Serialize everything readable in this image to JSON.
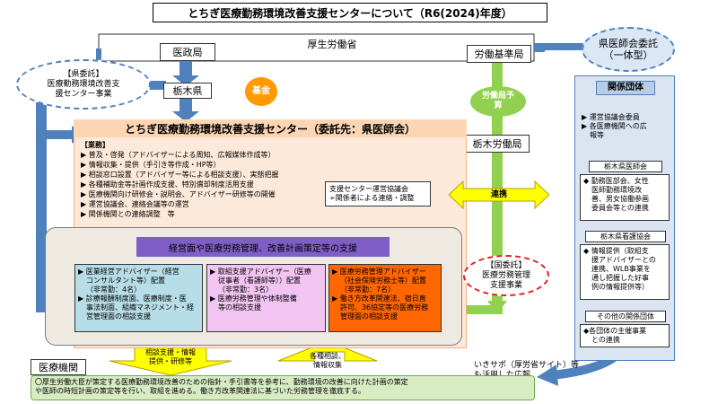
{
  "title": "とちぎ医療勤務環境改善支援センターについて（R6(2024)年度）",
  "mhlw": "厚生労働省",
  "medical_bureau": "医政局",
  "labor_bureau": "労働基準局",
  "tochigi_pref": "栃木県",
  "tochigi_labor": "栃木労働局",
  "fund_label": "基金",
  "labor_budget": "労働局予算",
  "pref_commission": {
    "tag": "【県委託】",
    "line1": "医療勤務環境改善支",
    "line2": "援センター事業"
  },
  "national_commission": {
    "tag": "【国委託】",
    "line1": "医療労務管理",
    "line2": "支援事業"
  },
  "doctors_assoc_commission": {
    "line1": "県医師会委託",
    "line2": "（一体型）"
  },
  "center": {
    "title": "とちぎ医療勤務環境改善支援センター（委託先：県医師会）",
    "duties_label": "【業務】",
    "duties": [
      "普及・啓発（アドバイザーによる周知、広報媒体作成等）",
      "情報収集・提供（手引き等作成・HP等）",
      "相談窓口設置（アドバイザー等による相談支援）、実態把握",
      "各種補助金等計画作成支援、特別償却制度活用支援",
      "医療機関向け研修会・説明会、アドバイザー研修等の開催",
      "運営協議会、連絡会議等の運営",
      "関係機関との連絡調整　等"
    ]
  },
  "council": {
    "line1": "支援センター運営協議会",
    "line2": "➢関係者による連絡・調整"
  },
  "cooperation": "連携",
  "support_title": "経営面や医療労務管理、改善計画策定等の支援",
  "adv_blue": {
    "lines": [
      "▶ 医業経営アドバイザー（経営",
      "コンサルタント等）配置",
      "（非常勤：4名）",
      "▶ 診療報酬制度面、医療制度・医",
      "事法制面、組織マネジメント・経",
      "営管理面の相談支援"
    ]
  },
  "adv_pink": {
    "lines": [
      "▶ 取組支援アドバイザー（医療",
      "従事者（看護師等））配置",
      "（非常勤：3名）",
      "▶ 医療労務管理や体制整備",
      "等の相談支援"
    ]
  },
  "adv_orange": {
    "lines": [
      "▶ 医療労務管理アドバイザー",
      "（社会保険労務士等）配置",
      "（非常勤：7名）",
      "▶ 働き方改革関連法、宿日直",
      "許可、36協定等の医療労務",
      "管理面の相談支援"
    ]
  },
  "related": {
    "title": "関係団体",
    "group1": [
      "▶ 運営協議会委員",
      "▶ 各医療機関への広",
      "報等"
    ],
    "doctors_title": "栃木県医師会",
    "doctors_items": [
      "◆ 勤務医部会、女性",
      "医師勤務環境改",
      "善、男女協働参画",
      "委員会等との連携"
    ],
    "nurse_title": "栃木県看護協会",
    "nurse_items": [
      "◆ 情報提供（取組支",
      "援アドバイザーとの",
      "連携、WLB事業を",
      "通し把握した好事",
      "例の情報提供等）"
    ],
    "other_title": "その他の関係団体",
    "other_items": [
      "◆各団体の主催事業",
      "との連携"
    ]
  },
  "hospital": "医療機関",
  "arrow_support": {
    "line1": "相談支援・情報",
    "line2": "提供・研修等"
  },
  "arrow_info": {
    "line1": "各種相談、",
    "line2": "情報収集"
  },
  "ikisapo": {
    "line1": "いきサポ（厚労省サイト）等",
    "line2": "も活用した広報"
  },
  "bottom_note": {
    "line1": "〇厚生労働大臣が策定する医療勤務環境改善のための指針・手引書等を参考に、勤務環境の改善に向けた計画の策定",
    "line2": "や医師の時短計画の策定等を行い、取組を進める。働き方改革関連法に基づいた労務管理を徹底する。"
  },
  "colors": {
    "blue_arrow": "#4f81bd",
    "green_arrow": "#92d050",
    "center_fill": "#fde9d9",
    "support_fill": "#eeeae2",
    "purple": "#7f5fc7",
    "adv_blue": "#b7dde8",
    "adv_pink": "#f2c4f2",
    "adv_orange": "#ff6600",
    "related_fill": "#dbe5f1",
    "related_head": "#b8cce4",
    "yellow": "#ffff00",
    "note_fill": "#d8ecc4",
    "fund": "#ff9900",
    "dashed_fill": "#dbe7f5"
  }
}
